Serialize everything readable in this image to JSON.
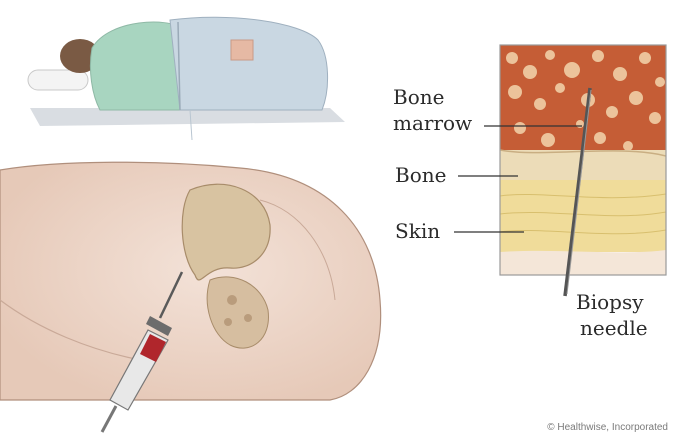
{
  "labels": {
    "bone_marrow_line1": "Bone",
    "bone_marrow_line2": "marrow",
    "bone": "Bone",
    "skin": "Skin",
    "needle_line1": "Biopsy",
    "needle_line2": "needle"
  },
  "credit": "© Healthwise, Incorporated",
  "colors": {
    "gown": "#a8d5c0",
    "drape": "#c9d7e2",
    "skin": "#f1ded3",
    "bone": "#dcc9a2",
    "marrow": "#b3552f",
    "fat": "#f0dc9a",
    "needle": "#6e6e6e",
    "syringe_fluid": "#b0262c"
  }
}
